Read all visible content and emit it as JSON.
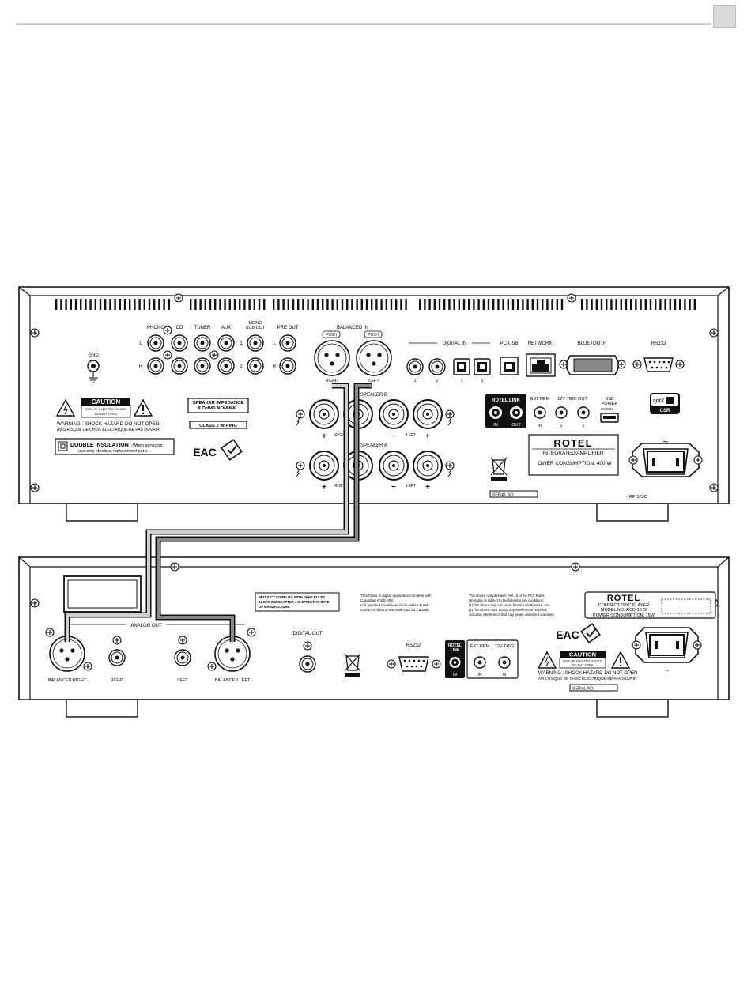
{
  "amp": {
    "inputs": [
      "PHONO",
      "CD",
      "TUNER",
      "AUX"
    ],
    "mono_sub_out": "MONO\nSUB OUT",
    "pre_out": "PRE OUT",
    "balanced_in": "BALANCED IN",
    "push": "PUSH",
    "right": "RIGHT",
    "left": "LEFT",
    "ch_l": "L",
    "ch_r": "R",
    "sub_1": "1",
    "sub_2": "2",
    "gnd": "GND",
    "digital_in": "DIGITAL IN",
    "pc_usb": "PC-USB",
    "network": "NETWORK",
    "bluetooth": "BLUETOOTH",
    "rs232": "RS232",
    "num_1": "1",
    "num_2": "2",
    "caution_title": "CAUTION",
    "caution_sub1": "RISK OF ELECTRIC SHOCK",
    "caution_sub2": "DO NOT OPEN",
    "warning": "WARNING : SHOCK HAZARD-DO NOT OPEN",
    "avis": "AVIS:RISQUE DE CHOC ÉLECTRIQUE-NE PAS OUVRIR",
    "double_insulation": "DOUBLE INSULATION",
    "when_servicing": "-When servicing",
    "replacement": "use only identical replacement parts",
    "impedance1": "SPEAKER IMPEDANCE",
    "impedance2": "8 OHMS NOMINAL",
    "class2": "CLASS 2 WIRING",
    "eac": "EAC",
    "speaker_b": "SPEAKER B",
    "speaker_a": "SPEAKER A",
    "rotel_link": "ROTEL LINK",
    "link_in": "IN",
    "link_out": "OUT",
    "ext_rem": "EXT REM",
    "trig_out": "12V TRIG OUT",
    "usb_power1": "USB",
    "usb_power2": "POWER",
    "usb_spec": "5V/0.5A ---",
    "aptx": "aptX",
    "csr": "CSR",
    "brand": "ROTEL",
    "model": "INTEGRATED AMPLIFIER",
    "power": "OWER CONSUMPTION: 400 W",
    "serial": "SERIAL NO.",
    "ac_symbol": "~",
    "part_no": "RP-573C"
  },
  "cd": {
    "analog_out": "ANALOG OUT",
    "balanced_right": "BALANCED RIGHT",
    "right": "RIGHT",
    "left": "LEFT",
    "balanced_left": "BALANCED LEFT",
    "digital_out": "DIGITAL OUT",
    "rs232": "RS232",
    "rotel_link1": "ROTEL",
    "rotel_link2": "LINK",
    "link_in": "IN",
    "ext_rem": "EXT REM",
    "trig": "12V TRIG",
    "in": "IN",
    "dhhs1": "PRODUCT COMPLIES WITH DHHS RULES",
    "dhhs2": "21 CFR SUBCHAPTER J IN EFFECT AT DATE",
    "dhhs3": "OF MANUFACTURE",
    "ices1": "This Class B digital apparatus complies with",
    "ices2": "Canadian ICES-003.",
    "ices3": "Cet appareil numérique de la classe B est",
    "ices4": "conforme à la norme NMB-003 du Canada.",
    "fcc1": "This device complies with Part 15 of the FCC Rules.",
    "fcc2": "Operation is subject to the following two conditions:",
    "fcc3": "(1)This device may not cause harmful interference, and",
    "fcc4": "(2)This device must accept any interference received,",
    "fcc5": "including interference that may cause undesired operation.",
    "brand": "ROTEL",
    "model1": "COMPACT DISC PLAYER",
    "model2": "MODEL NO.:RCD-1572",
    "power": "POWER CONSUMPTION: 15W",
    "caution_title": "CAUTION",
    "caution_sub1": "RISK OF ELECTRIC SHOCK",
    "caution_sub2": "DO NOT OPEN",
    "warning": "WARNING : SHOCK HAZARD-DO NOT OPEN",
    "avis": "AVIS:RISQUE DE CHOC ÉLECTRIQUE-NE PAS OUVRIR",
    "eac": "EAC",
    "serial": "SERIAL NO.",
    "ac_symbol": "~"
  }
}
